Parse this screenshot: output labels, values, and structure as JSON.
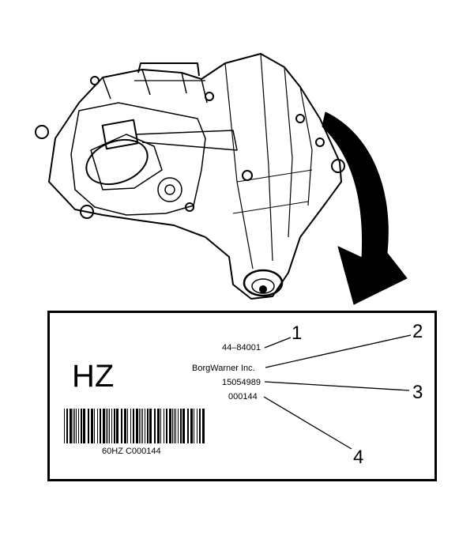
{
  "label": {
    "model_code": "HZ",
    "part_number": "44–84001",
    "manufacturer": "BorgWarner Inc.",
    "serial_15": "15054989",
    "serial_short": "000144",
    "barcode_text": "60HZ C000144"
  },
  "callouts": [
    {
      "number": "1"
    },
    {
      "number": "2"
    },
    {
      "number": "3"
    },
    {
      "number": "4"
    }
  ],
  "colors": {
    "ink": "#000000",
    "paper": "#ffffff"
  }
}
